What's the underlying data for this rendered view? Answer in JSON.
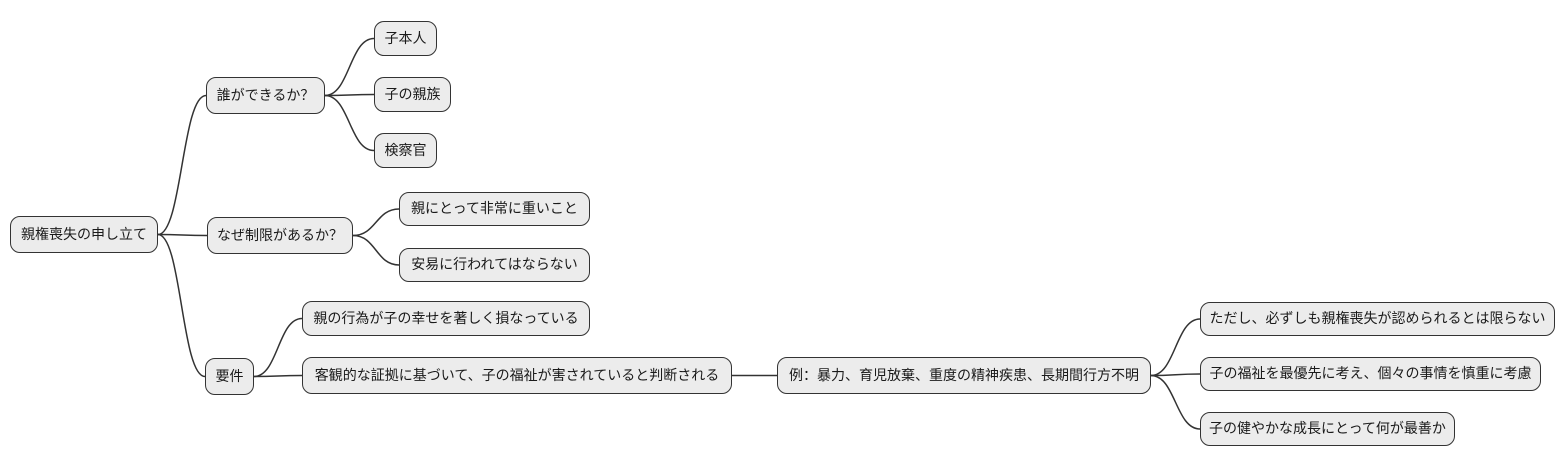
{
  "diagram": {
    "type": "mindmap",
    "colors": {
      "background": "#ffffff",
      "node_fill": "#ececec",
      "node_border": "#333333",
      "edge_stroke": "#333333",
      "text": "#1a1a1a"
    },
    "mindmap": {
      "root": {
        "id": "root",
        "label": "親権喪失の申し立て",
        "children": [
          {
            "id": "who",
            "label": "誰ができるか？",
            "children": [
              {
                "id": "child-self",
                "label": "子本人"
              },
              {
                "id": "child-relatives",
                "label": "子の親族"
              },
              {
                "id": "prosecutor",
                "label": "検察官"
              }
            ]
          },
          {
            "id": "why-restricted",
            "label": "なぜ制限があるか？",
            "children": [
              {
                "id": "heavy-for-parent",
                "label": "親にとって非常に重いこと"
              },
              {
                "id": "not-done-lightly",
                "label": "安易に行われてはならない"
              }
            ]
          },
          {
            "id": "requirements",
            "label": "要件",
            "children": [
              {
                "id": "harm-to-child",
                "label": "親の行為が子の幸せを著しく損なっている"
              },
              {
                "id": "objective-evidence",
                "label": "客観的な証拠に基づいて、子の福祉が害されていると判断される",
                "children": [
                  {
                    "id": "examples",
                    "label": "例：暴力、育児放棄、重度の精神疾患、長期間行方不明",
                    "children": [
                      {
                        "id": "caveat",
                        "label": "ただし、必ずしも親権喪失が認められるとは限らない"
                      },
                      {
                        "id": "welfare-first",
                        "label": "子の福祉を最優先に考え、個々の事情を慎重に考慮"
                      },
                      {
                        "id": "best-for-growth",
                        "label": "子の健やかな成長にとって何が最善か"
                      }
                    ]
                  }
                ]
              }
            ]
          }
        ]
      }
    }
  }
}
